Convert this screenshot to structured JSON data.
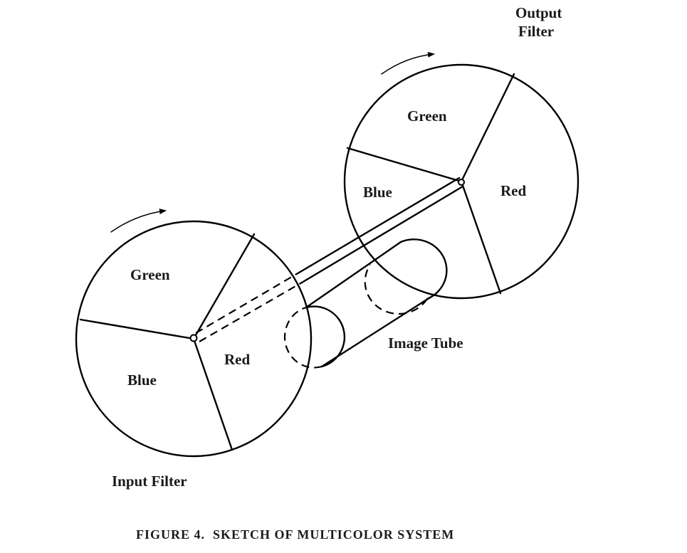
{
  "labels": {
    "input_filter": "Input Filter",
    "output_filter_line1": "Output",
    "output_filter_line2": "Filter",
    "image_tube": "Image Tube"
  },
  "input_filter_sectors": {
    "green": "Green",
    "blue": "Blue",
    "red": "Red"
  },
  "output_filter_sectors": {
    "green": "Green",
    "blue": "Blue",
    "red": "Red"
  },
  "caption": "FIGURE 4.  SKETCH OF MULTICOLOR SYSTEM"
}
